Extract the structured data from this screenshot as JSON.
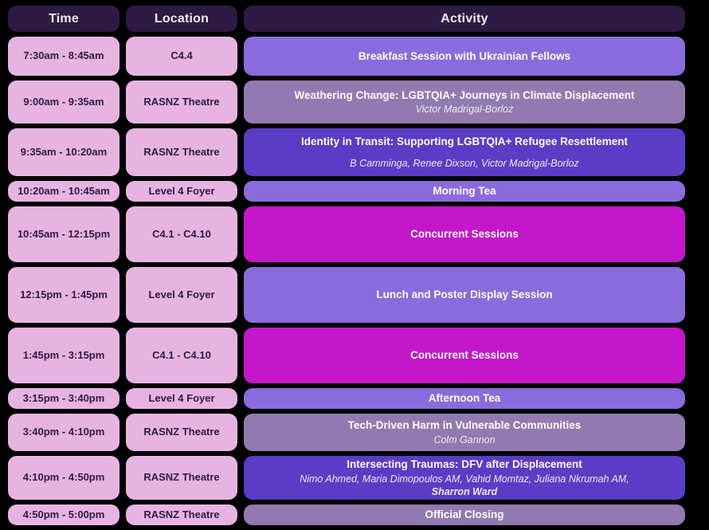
{
  "header": {
    "time_label": "Time",
    "location_label": "Location",
    "activity_label": "Activity"
  },
  "colors": {
    "header_bg": "#2E1A43",
    "time_location_bg": "#E7B4E2",
    "time_location_text": "#2E1A43",
    "periwinkle": "#8A6BDB",
    "mauve": "#927AB0",
    "indigo": "#5B3CC4",
    "magenta": "#C317C9",
    "page_bg": "#000000",
    "activity_text": "#FFFFFF"
  },
  "rows": [
    {
      "time": "7:30am - 8:45am",
      "location": "C4.4",
      "title": "Breakfast Session with Ukrainian Fellows",
      "speakers": "",
      "lead_speaker": "",
      "color": "periwinkle",
      "height": 49,
      "spacing": "tight"
    },
    {
      "time": "9:00am -  9:35am",
      "location": "RASNZ Theatre",
      "title": "Weathering Change: LGBTQIA+ Journeys in Climate Displacement",
      "speakers": "Victor Madrigal-Borloz",
      "lead_speaker": "",
      "color": "mauve",
      "height": 54,
      "spacing": "tight"
    },
    {
      "time": "9:35am - 10:20am",
      "location": "RASNZ Theatre",
      "title": "Identity in Transit: Supporting LGBTQIA+ Refugee Resettlement",
      "speakers": "B Camminga, Renee Dixson, Victor Madrigal-Borloz",
      "lead_speaker": "",
      "color": "indigo",
      "height": 60,
      "spacing": "wide"
    },
    {
      "time": "10:20am - 10:45am",
      "location": "Level 4 Foyer",
      "title": "Morning Tea",
      "speakers": "",
      "lead_speaker": "",
      "color": "periwinkle",
      "height": 26,
      "spacing": "tight"
    },
    {
      "time": "10:45am - 12:15pm",
      "location": "C4.1 - C4.10",
      "title": "Concurrent Sessions",
      "speakers": "",
      "lead_speaker": "",
      "color": "magenta",
      "height": 70,
      "spacing": "tight"
    },
    {
      "time": "12:15pm - 1:45pm",
      "location": "Level 4 Foyer",
      "title": "Lunch and Poster Display Session",
      "speakers": "",
      "lead_speaker": "",
      "color": "periwinkle",
      "height": 70,
      "spacing": "tight"
    },
    {
      "time": "1:45pm - 3:15pm",
      "location": "C4.1 - C4.10",
      "title": "Concurrent Sessions",
      "speakers": "",
      "lead_speaker": "",
      "color": "magenta",
      "height": 70,
      "spacing": "tight"
    },
    {
      "time": "3:15pm - 3:40pm",
      "location": "Level 4 Foyer",
      "title": "Afternoon Tea",
      "speakers": "",
      "lead_speaker": "",
      "color": "periwinkle",
      "height": 26,
      "spacing": "tight"
    },
    {
      "time": "3:40pm - 4:10pm",
      "location": "RASNZ Theatre",
      "title": "Tech-Driven Harm in Vulnerable Communities",
      "speakers": "Colm Gannon",
      "lead_speaker": "",
      "color": "mauve",
      "height": 47,
      "spacing": "tight"
    },
    {
      "time": "4:10pm - 4:50pm",
      "location": "RASNZ Theatre",
      "title": "Intersecting Traumas: DFV after Displacement",
      "speakers": "Nimo Ahmed, Maria Dimopoulos AM, Vahid Momtaz, Juliana Nkrumah AM,",
      "lead_speaker": "Sharron Ward",
      "color": "indigo",
      "height": 55,
      "spacing": "tight"
    },
    {
      "time": "4:50pm - 5:00pm",
      "location": "RASNZ Theatre",
      "title": "Official Closing",
      "speakers": "",
      "lead_speaker": "",
      "color": "mauve",
      "height": 26,
      "spacing": "tight"
    }
  ]
}
